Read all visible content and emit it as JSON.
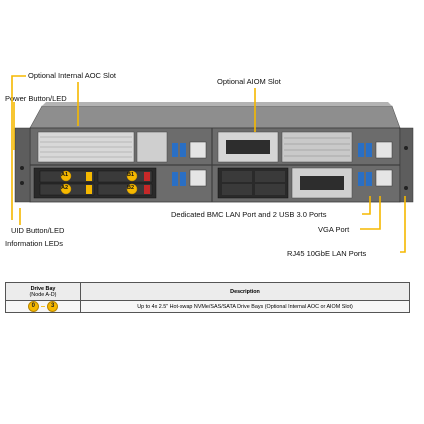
{
  "callouts": {
    "aoc": "Optional Internal  AOC Slot",
    "aiom": "Optional AIOM  Slot",
    "power": "Power Button/LED",
    "uid": "UID  Button/LED",
    "info": "Information  LEDs",
    "bmc": "Dedicated BMC LAN Port and 2 USB 3.0 Ports",
    "vga": "VGA Port",
    "rj45": "RJ45  10GbE LAN Ports"
  },
  "bays": [
    "A1",
    "A2",
    "B1",
    "B2"
  ],
  "table": {
    "col_bay": "Drive Bay",
    "col_bay_sub": "(Node A-D)",
    "col_desc": "Description",
    "bay_from": "0",
    "bay_to": "3",
    "description": "Up to 4x 2.5\" Hot-swap NVMe/SAS/SATA  Drive  Bays (Optional Internal  AOC or AIOM Slot)"
  },
  "colors": {
    "accent": "#f5b800",
    "chassis": "#6f6f6f",
    "panel": "#2a2a2a"
  }
}
